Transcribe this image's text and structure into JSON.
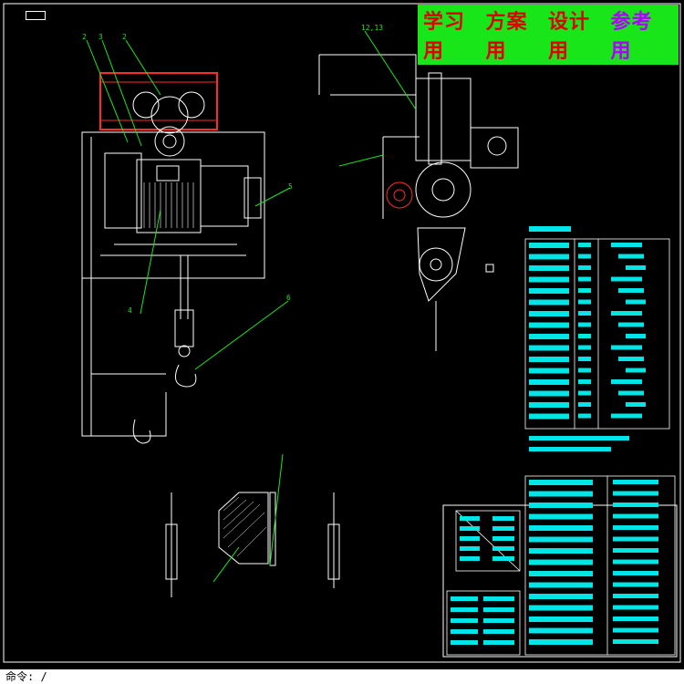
{
  "banner": {
    "items": [
      {
        "text": "学习用",
        "color": "#e00000"
      },
      {
        "text": "方案用",
        "color": "#e00000"
      },
      {
        "text": "设计用",
        "color": "#e00000"
      },
      {
        "text": "参考用",
        "color": "#b000ff"
      }
    ],
    "background": "#19e619"
  },
  "status_bar": {
    "text": "命令: /"
  },
  "colors": {
    "background": "#000000",
    "linework": "#ffffff",
    "annotation": "#00ff00",
    "table_text": "#00e5e5",
    "highlight": "#ff2a2a"
  },
  "callouts": [
    "2",
    "3",
    "2",
    "4",
    "5",
    "6",
    "12,13"
  ]
}
